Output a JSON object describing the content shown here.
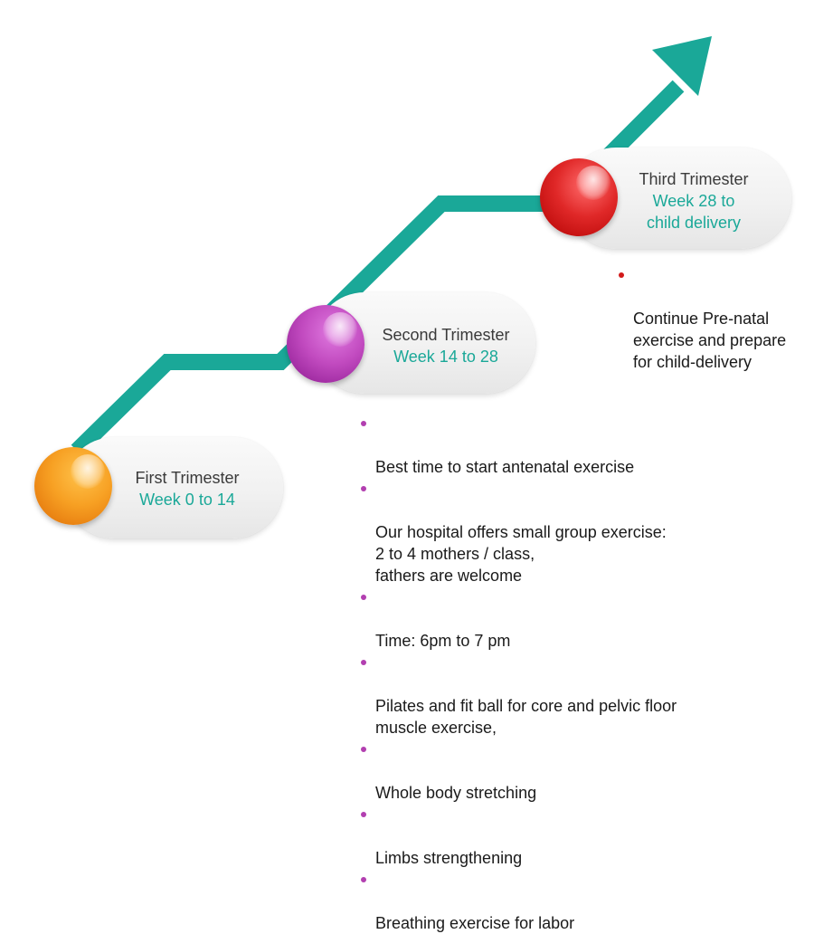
{
  "colors": {
    "arrow": "#1aa898",
    "first": "#f39a1e",
    "second": "#b23fb0",
    "third": "#d21a1a",
    "weeks_text": "#1aa898"
  },
  "stages": [
    {
      "title": "First Trimester",
      "weeks": "Week 0 to 14"
    },
    {
      "title": "Second Trimester",
      "weeks": "Week 14 to 28"
    },
    {
      "title": "Third Trimester",
      "weeks": "Week 28 to\nchild delivery"
    }
  ],
  "second_bullets": [
    "Best time to start antenatal exercise",
    "Our hospital offers small group exercise:\n2 to 4 mothers / class,\nfathers are welcome",
    "Time: 6pm to 7 pm",
    "Pilates and fit ball for core and pelvic floor\nmuscle exercise,",
    "Whole body stretching",
    "Limbs strengthening",
    "Breathing exercise for labor"
  ],
  "third_bullets": [
    "Continue Pre-natal\nexercise and prepare\nfor child-delivery"
  ]
}
